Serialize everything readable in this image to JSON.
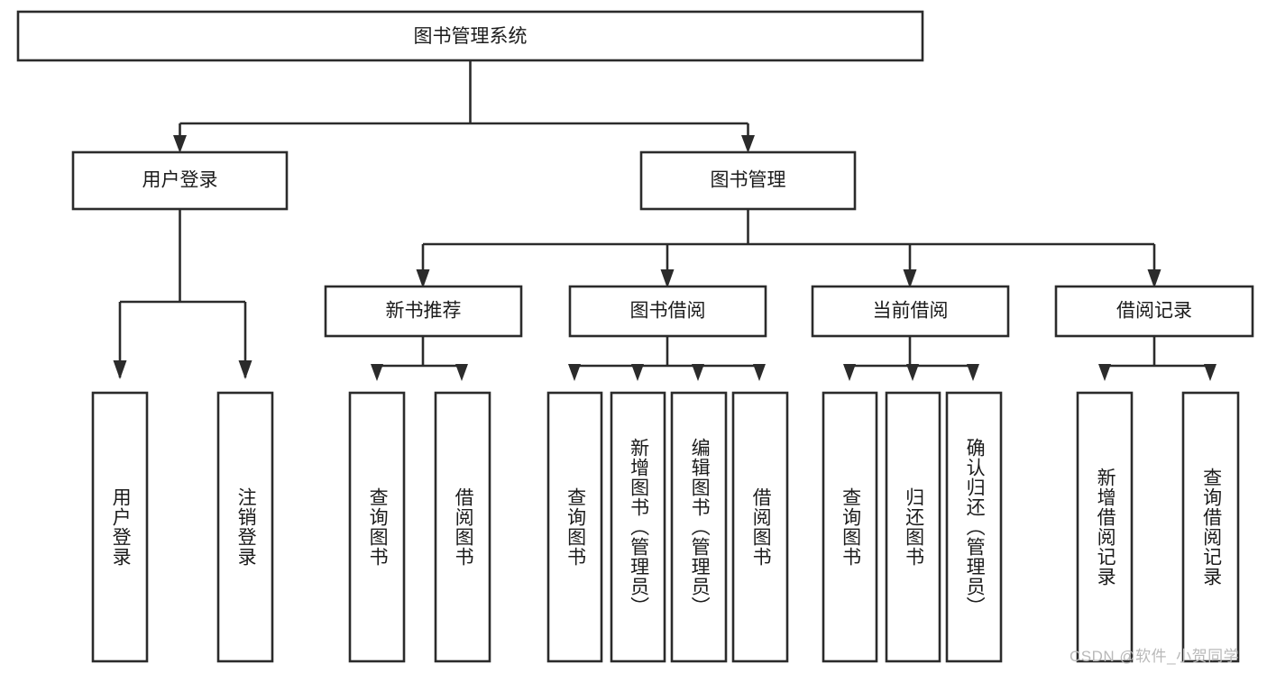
{
  "diagram": {
    "type": "tree-hierarchy",
    "title": "图书管理系统",
    "watermark": "CSDN @软件_小贺同学",
    "colors": {
      "stroke": "#2b2b2b",
      "fill": "#ffffff",
      "text": "#1b1b1b",
      "watermark": "#b9b9b9",
      "background": "#ffffff"
    },
    "root": {
      "label": "图书管理系统"
    },
    "level2": [
      {
        "label": "用户登录"
      },
      {
        "label": "图书管理"
      }
    ],
    "level3": [
      {
        "label": "新书推荐"
      },
      {
        "label": "图书借阅"
      },
      {
        "label": "当前借阅"
      },
      {
        "label": "借阅记录"
      }
    ],
    "leaves": [
      {
        "label": "用户登录",
        "parent": "用户登录"
      },
      {
        "label": "注销登录",
        "parent": "用户登录"
      },
      {
        "label": "查询图书",
        "parent": "新书推荐"
      },
      {
        "label": "借阅图书",
        "parent": "新书推荐"
      },
      {
        "label": "查询图书",
        "parent": "图书借阅"
      },
      {
        "label": "新增图书（管理员）",
        "parent": "图书借阅"
      },
      {
        "label": "编辑图书（管理员）",
        "parent": "图书借阅"
      },
      {
        "label": "借阅图书",
        "parent": "图书借阅"
      },
      {
        "label": "查询图书",
        "parent": "当前借阅"
      },
      {
        "label": "归还图书",
        "parent": "当前借阅"
      },
      {
        "label": "确认归还（管理员）",
        "parent": "当前借阅"
      },
      {
        "label": "新增借阅记录",
        "parent": "借阅记录"
      },
      {
        "label": "查询借阅记录",
        "parent": "借阅记录"
      }
    ]
  }
}
